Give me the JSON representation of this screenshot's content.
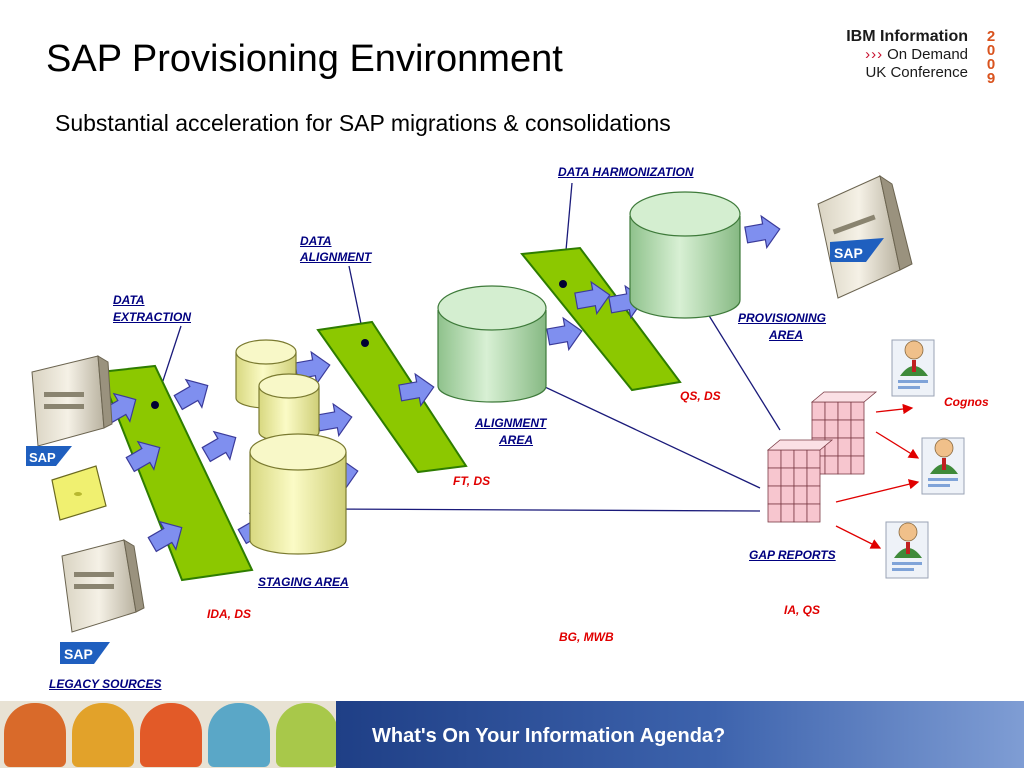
{
  "title": "SAP Provisioning Environment",
  "subtitle": "Substantial acceleration for SAP migrations & consolidations",
  "logo": {
    "line1": "IBM Information",
    "arrows": "›››",
    "line2": "On Demand",
    "line3": "UK Conference",
    "year": "2009"
  },
  "labels": {
    "data_harmonization": "DATA HARMONIZATION",
    "data_alignment_1": "DATA",
    "data_alignment_2": "ALIGNMENT",
    "data_extraction_1": "DATA",
    "data_extraction_2": "EXTRACTION",
    "provisioning_area_1": "PROVISIONING",
    "provisioning_area_2": "AREA",
    "alignment_area_1": "ALIGNMENT",
    "alignment_area_2": "AREA",
    "staging_area": "STAGING AREA",
    "gap_reports": "GAP REPORTS",
    "legacy_sources": "LEGACY SOURCES"
  },
  "tools": {
    "qs_ds": "QS, DS",
    "ft_ds": "FT, DS",
    "ida_ds": "IDA, DS",
    "ia_qs": "IA, QS",
    "bg_mwb": "BG, MWB",
    "cognos": "Cognos"
  },
  "sap_badge": "SAP",
  "footer": {
    "tagline": "What's On Your Information Agenda?"
  },
  "colors": {
    "label_blue": "#000080",
    "tool_red": "#e00000",
    "band_green": "#8cc800",
    "cylinder_yellow": "#f3f3a8",
    "cylinder_green": "#b9e2b6",
    "arrow_blue": "#7f8fef",
    "footer_blue": "#1f3f86"
  }
}
